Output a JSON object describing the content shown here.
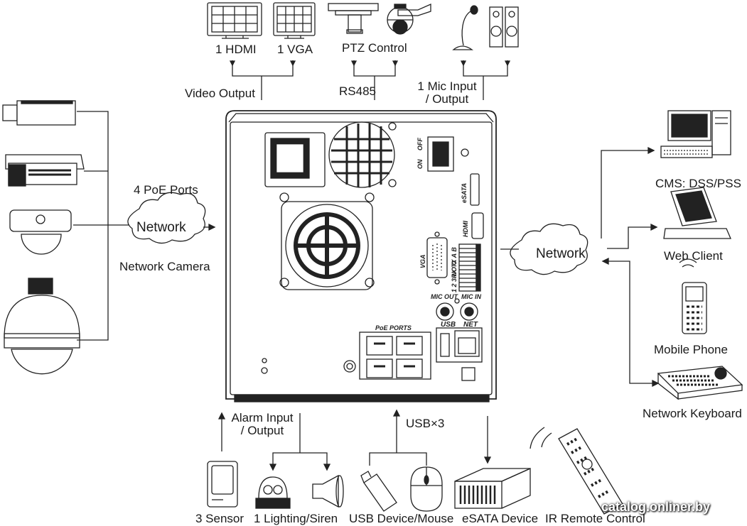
{
  "labels": {
    "hdmi": "1 HDMI",
    "vga": "1 VGA",
    "ptz_control": "PTZ Control",
    "video_output": "Video Output",
    "rs485": "RS485",
    "mic_io": "1 Mic Input\n/ Output",
    "poe_ports": "4 PoE Ports",
    "network_left": "Network",
    "network_camera": "Network Camera",
    "network_right": "Network",
    "cms": "CMS: DSS/PSS",
    "web_client": "Web Client",
    "mobile_phone": "Mobile Phone",
    "network_keyboard": "Network Keyboard",
    "alarm_io": "Alarm Input\n/ Output",
    "usb_x3": "USB×3",
    "sensor": "3 Sensor",
    "lighting_siren": "1 Lighting/Siren",
    "usb_device_mouse": "USB Device/Mouse",
    "esata_device": "eSATA Device",
    "ir_remote": "IR Remote Control"
  },
  "panel_labels": {
    "on": "ON",
    "off": "OFF",
    "esata": "eSATA",
    "hdmi": "HDMI",
    "vga": "VGA",
    "rx_tx": "RX TX A B",
    "io": "1 2 3 NO C",
    "mic_out": "MIC OUT",
    "mic_in": "MIC IN",
    "usb": "USB",
    "net": "NET",
    "poe_ports": "PoE PORTS"
  },
  "watermark": "catalog.onliner.by"
}
